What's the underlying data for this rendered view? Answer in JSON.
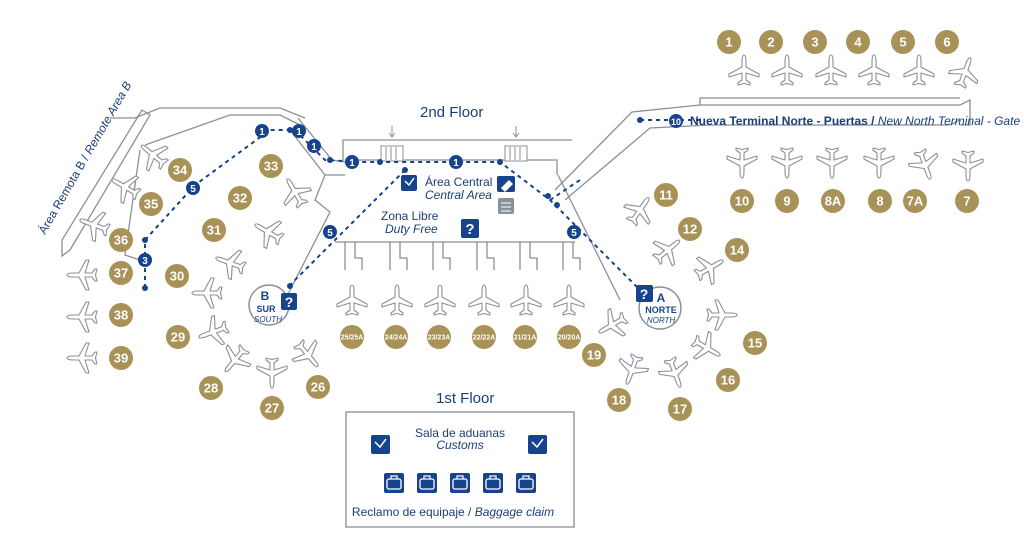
{
  "colors": {
    "gold": "#a89258",
    "navy": "#16438c",
    "grey": "#8a9099",
    "light": "#c9ccd1"
  },
  "floors": {
    "second": "2nd Floor",
    "first": "1st Floor"
  },
  "remote_area": {
    "es": "Área Remota B /",
    "en": "Remote Area B"
  },
  "central_area": {
    "es": "Área Central",
    "en": "Central Area"
  },
  "duty_free": {
    "es": "Zona Libre",
    "en": "Duty Free"
  },
  "new_north": {
    "es": "Nueva Terminal Norte - Puertas /",
    "en": "New North Terminal - Gate",
    "marker": "10"
  },
  "pier_b": {
    "letter": "B",
    "es": "SUR",
    "en": "SOUTH"
  },
  "pier_a": {
    "letter": "A",
    "es": "NORTE",
    "en": "NORTH"
  },
  "customs": {
    "es": "Sala de aduanas",
    "en": "Customs"
  },
  "baggage": {
    "es": "Reclamo de equipaje /",
    "en": "Baggage claim"
  },
  "walk_markers": [
    "1",
    "1",
    "1",
    "1",
    "1",
    "5",
    "3",
    "5",
    "5"
  ],
  "info_icon": "?",
  "gates": {
    "top": [
      "1",
      "2",
      "3",
      "4",
      "5",
      "6"
    ],
    "north_terminal": [
      "10",
      "9",
      "8A",
      "8",
      "7A",
      "7"
    ],
    "pier_a": [
      "11",
      "12",
      "14",
      "15",
      "16",
      "17",
      "18",
      "19"
    ],
    "pier_b": [
      "33",
      "32",
      "31",
      "30",
      "29",
      "28",
      "27",
      "26"
    ],
    "remote": [
      "34",
      "35",
      "36",
      "37",
      "38",
      "39"
    ],
    "central_small": [
      "25/25A",
      "24/24A",
      "23/23A",
      "22/22A",
      "21/21A",
      "20/20A"
    ]
  },
  "icons": [
    "plane-icon",
    "info-icon",
    "customs-icon",
    "baggage-icon",
    "tag-icon",
    "stairs-icon",
    "elevator-icon"
  ]
}
